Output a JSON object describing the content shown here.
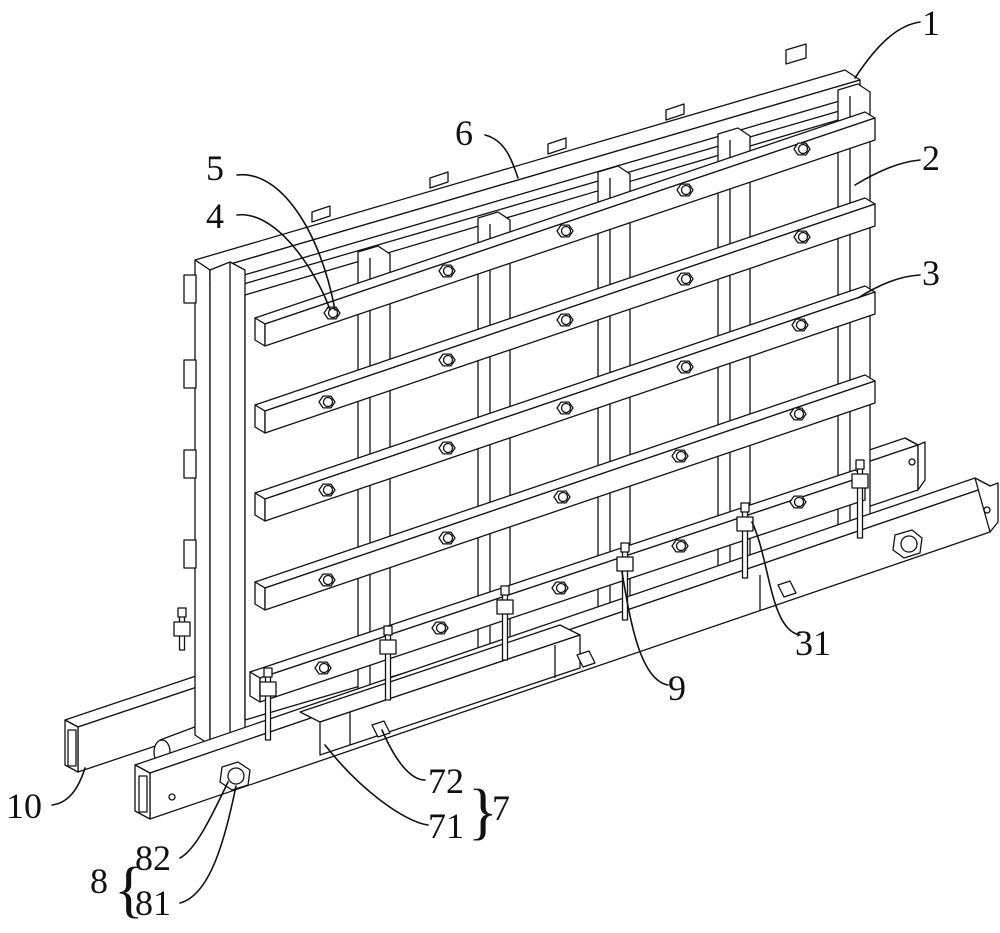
{
  "figure": {
    "type": "patent-perspective-drawing",
    "subject": "wall formwork panel with walers, bolts, support studs and base rails"
  },
  "labels": {
    "l1": "1",
    "l2": "2",
    "l3": "3",
    "l4": "4",
    "l5": "5",
    "l6": "6",
    "l7": "7",
    "l71": "71",
    "l72": "72",
    "l8": "8",
    "l81": "81",
    "l82": "82",
    "l9": "9",
    "l10": "10",
    "l31": "31"
  },
  "style": {
    "line_color": "#111111",
    "background": "#ffffff"
  }
}
